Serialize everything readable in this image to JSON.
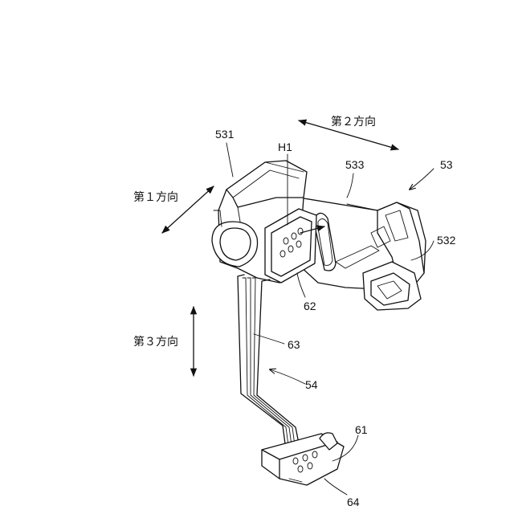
{
  "labels": {
    "part_531": "531",
    "part_h1": "H1",
    "part_533": "533",
    "part_53": "53",
    "part_532": "532",
    "part_62": "62",
    "part_63": "63",
    "part_54": "54",
    "part_61": "61",
    "part_64": "64"
  },
  "directions": {
    "first": "第１方向",
    "second": "第２方向",
    "third": "第３方向"
  },
  "colors": {
    "line": "#111111",
    "background": "#ffffff"
  }
}
